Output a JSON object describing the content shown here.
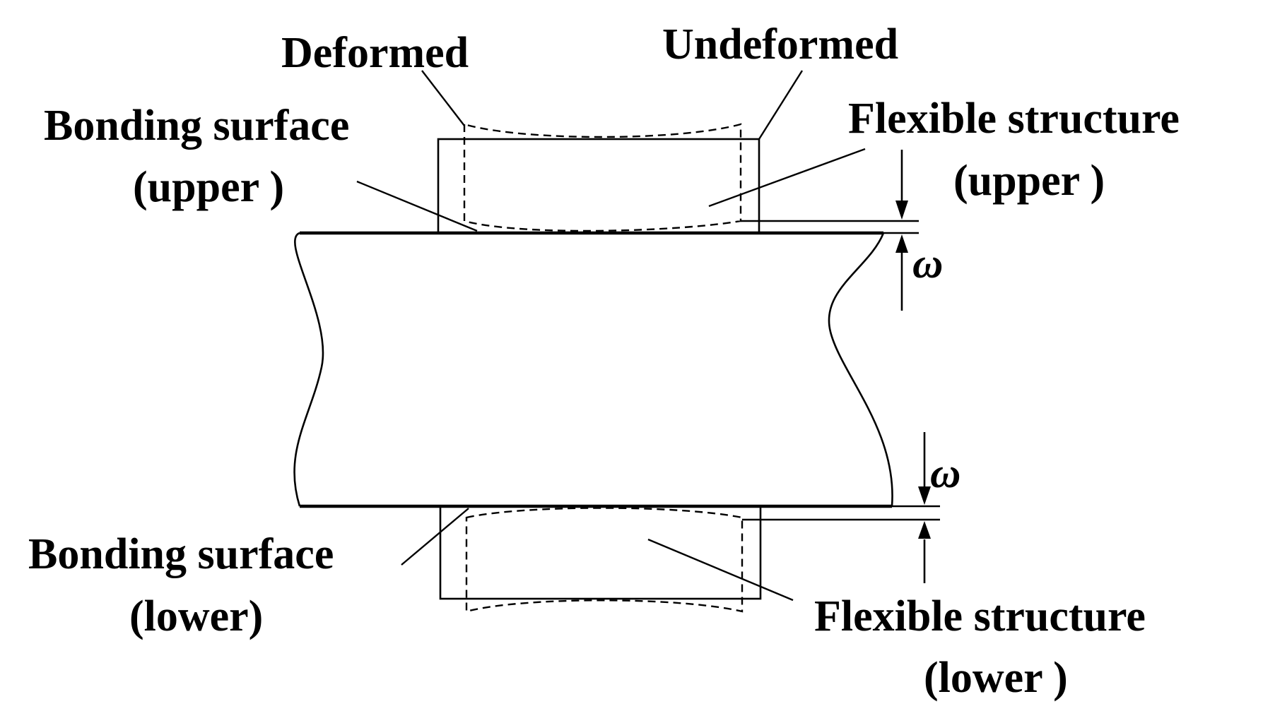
{
  "labels": {
    "deformed": "Deformed",
    "undeformed": "Undeformed",
    "bonding_upper_line1": "Bonding surface",
    "bonding_upper_line2": "(upper )",
    "flexible_upper_line1": "Flexible structure",
    "flexible_upper_line2": "(upper )",
    "bonding_lower_line1": "Bonding surface",
    "bonding_lower_line2": "(lower)",
    "flexible_lower_line1": "Flexible structure",
    "flexible_lower_line2": "(lower )",
    "omega_upper": "ω",
    "omega_lower": "ω"
  },
  "colors": {
    "line": "#000000",
    "background": "#ffffff"
  }
}
